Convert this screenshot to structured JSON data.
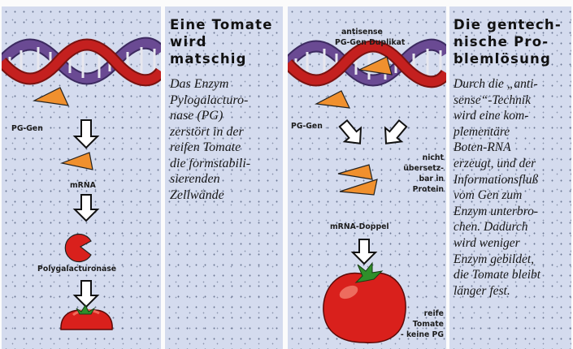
{
  "left_diagram": {
    "label_gene": "PG-Gen",
    "label_mrna": "mRNA",
    "label_enzyme": "Polygalacturonase"
  },
  "left_text": {
    "title_line1": "Eine Tomate",
    "title_line2": "wird",
    "title_line3": "matschig",
    "body_lines": [
      "Das Enzym",
      "Pylogalacturo-",
      "nase (PG)",
      "zerstört in der",
      "reifen Tomate",
      "die formstabili-",
      "sierenden",
      "Zellwände"
    ]
  },
  "right_diagram": {
    "label_antisense_1": "antisense",
    "label_antisense_2": "PG-Gen Duplikat",
    "label_gene": "PG-Gen",
    "label_not_1": "nicht",
    "label_not_2": "übersetz-",
    "label_not_3": "bar in",
    "label_not_4": "Protein",
    "label_double": "mRNA-Doppel",
    "label_ripe_1": "reife",
    "label_ripe_2": "Tomate",
    "label_ripe_3": "- keine PG"
  },
  "right_text": {
    "title_line1": "Die gentech-",
    "title_line2": "nische Pro-",
    "title_line3": "blemlösung",
    "body_lines": [
      "Durch die „anti-",
      "sense“-Technik",
      "wird eine kom-",
      "plementäre",
      "Boten-RNA",
      "erzeugt, und der",
      "Informationsfluß",
      "vom Gen zum",
      "Enzym unterbro-",
      "chen. Dadurch",
      "wird weniger",
      "Enzym gebildet,",
      "die Tomate bleibt",
      "länger fest."
    ]
  },
  "colors": {
    "panel_bg": "#d4dbee",
    "helix_red": "#c4201f",
    "helix_purple": "#6a4a93",
    "orange_rna": "#f0902e",
    "tomato_red": "#d9201c",
    "stem_green": "#2f8f2a"
  }
}
